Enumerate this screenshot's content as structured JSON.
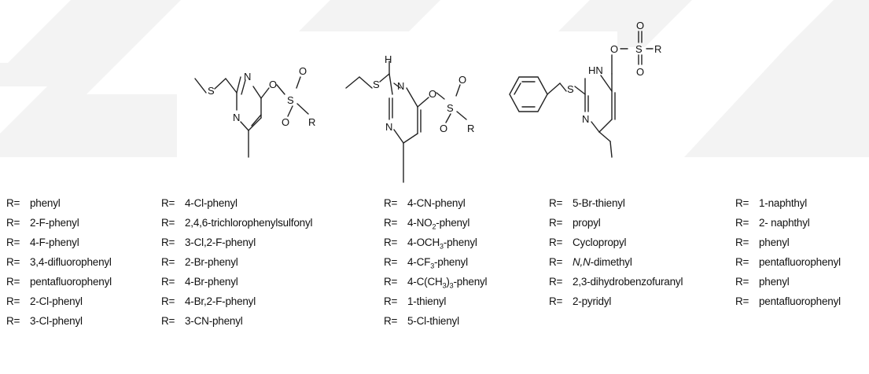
{
  "structures": [
    {
      "atoms": [
        "S",
        "N",
        "N",
        "O",
        "S",
        "O",
        "O",
        "R"
      ]
    },
    {
      "atoms": [
        "S",
        "H",
        "N",
        "N",
        "O",
        "S",
        "O",
        "O",
        "R"
      ]
    },
    {
      "atoms": [
        "S",
        "HN",
        "N",
        "O",
        "S",
        "O",
        "O",
        "R"
      ]
    }
  ],
  "substituents": {
    "prefix": "R=",
    "columns": [
      {
        "rows": [
          {
            "parts": [
              {
                "t": "phenyl"
              }
            ]
          },
          {
            "parts": [
              {
                "t": "2-F-phenyl"
              }
            ]
          },
          {
            "parts": [
              {
                "t": "4-F-phenyl"
              }
            ]
          },
          {
            "parts": [
              {
                "t": "3,4-difluorophenyl"
              }
            ]
          },
          {
            "parts": [
              {
                "t": "pentafluorophenyl"
              }
            ]
          },
          {
            "parts": [
              {
                "t": "2-Cl-phenyl"
              }
            ]
          },
          {
            "parts": [
              {
                "t": "3-Cl-phenyl"
              }
            ]
          }
        ]
      },
      {
        "rows": [
          {
            "parts": [
              {
                "t": "4-Cl-phenyl"
              }
            ]
          },
          {
            "parts": [
              {
                "t": "2,4,6-trichlorophenylsulfonyl"
              }
            ],
            "truncate": true
          },
          {
            "parts": [
              {
                "t": "3-Cl,2-F-phenyl"
              }
            ]
          },
          {
            "parts": [
              {
                "t": "2-Br-phenyl"
              }
            ]
          },
          {
            "parts": [
              {
                "t": "4-Br-phenyl"
              }
            ]
          },
          {
            "parts": [
              {
                "t": "4-Br,2-F-phenyl"
              }
            ]
          },
          {
            "parts": [
              {
                "t": "3-CN-phenyl"
              }
            ]
          }
        ]
      },
      {
        "rows": [
          {
            "parts": [
              {
                "t": "4-CN-phenyl"
              }
            ]
          },
          {
            "parts": [
              {
                "t": "4-NO"
              },
              {
                "t": "2",
                "sub": true
              },
              {
                "t": "-phenyl"
              }
            ]
          },
          {
            "parts": [
              {
                "t": "4-OCH"
              },
              {
                "t": "3",
                "sub": true
              },
              {
                "t": "-phenyl"
              }
            ]
          },
          {
            "parts": [
              {
                "t": "4-CF"
              },
              {
                "t": "3",
                "sub": true
              },
              {
                "t": "-phenyl"
              }
            ]
          },
          {
            "parts": [
              {
                "t": "4-C(CH"
              },
              {
                "t": "3",
                "sub": true
              },
              {
                "t": ")"
              },
              {
                "t": "3",
                "sub": true
              },
              {
                "t": "-phenyl"
              }
            ]
          },
          {
            "parts": [
              {
                "t": "1-thienyl"
              }
            ]
          },
          {
            "parts": [
              {
                "t": "5-Cl-thienyl"
              }
            ]
          }
        ]
      },
      {
        "rows": [
          {
            "parts": [
              {
                "t": "5-Br-thienyl"
              }
            ]
          },
          {
            "parts": [
              {
                "t": "propyl"
              }
            ]
          },
          {
            "parts": [
              {
                "t": "Cyclopropyl"
              }
            ]
          },
          {
            "parts": [
              {
                "t": "N,N",
                "italic": true
              },
              {
                "t": "-dimethyl"
              }
            ]
          },
          {
            "parts": [
              {
                "t": "2,3-dihydrobenzofuranyl"
              }
            ]
          },
          {
            "parts": [
              {
                "t": "2-pyridyl"
              }
            ]
          }
        ]
      },
      {
        "rows": [
          {
            "parts": [
              {
                "t": "1-naphthyl"
              }
            ]
          },
          {
            "parts": [
              {
                "t": "2- naphthyl"
              }
            ]
          },
          {
            "parts": [
              {
                "t": "phenyl"
              }
            ]
          },
          {
            "parts": [
              {
                "t": "pentafluorophenyl"
              }
            ]
          },
          {
            "parts": [
              {
                "t": "phenyl"
              }
            ]
          },
          {
            "parts": [
              {
                "t": "pentafluorophenyl"
              }
            ]
          }
        ]
      }
    ]
  }
}
